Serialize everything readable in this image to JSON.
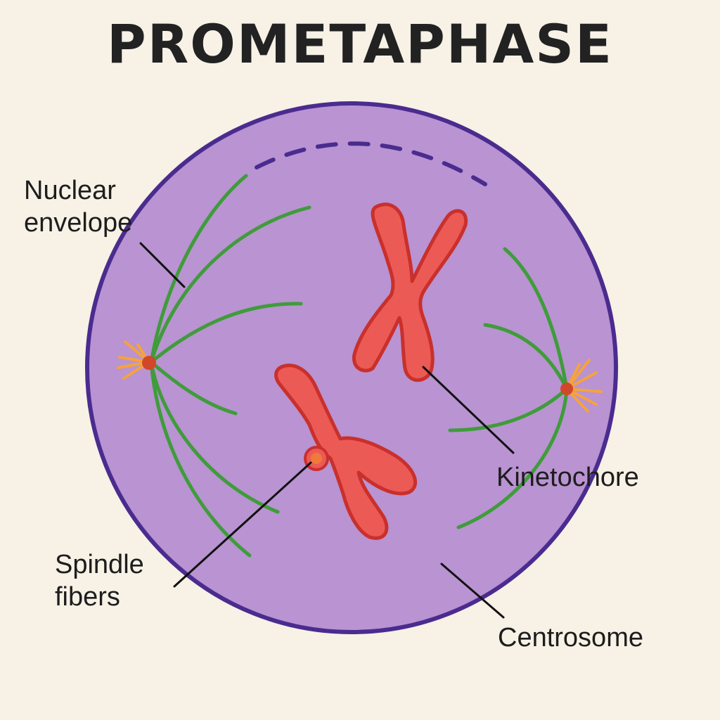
{
  "title": "PROMETAPHASE",
  "labels": {
    "nuclear_envelope": [
      "Nuclear",
      "envelope"
    ],
    "kinetochore": "Kinetochore",
    "spindle_fibers": [
      "Spindle",
      "fibers"
    ],
    "centrosome": "Centrosome"
  },
  "colors": {
    "background": "#f7f1e6",
    "cell_fill": "#b993d2",
    "cell_outline": "#4a2c8f",
    "spindle": "#3f9c3a",
    "chromosome_fill": "#ec5a55",
    "chromosome_outline": "#c9302c",
    "centrosome": "#d1472a",
    "aster": "#f5a33c",
    "kinetochore": "#f07a3a",
    "leader_line": "#111111",
    "text": "#1d1d1d"
  }
}
